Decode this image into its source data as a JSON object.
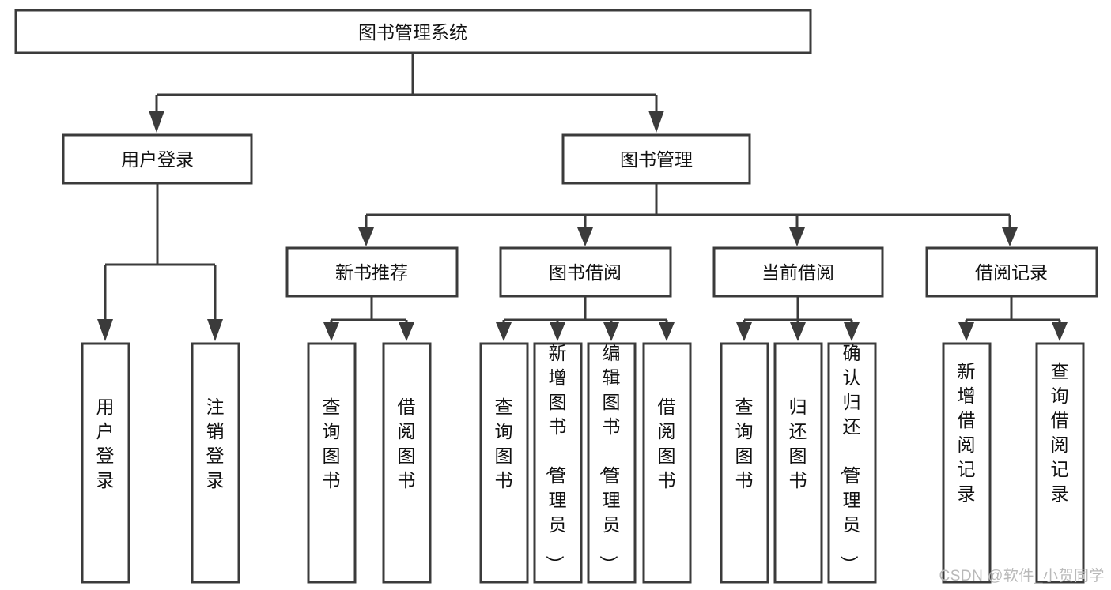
{
  "diagram": {
    "title": "图书管理系统",
    "type": "tree-hierarchy-diagram",
    "colors": {
      "box_stroke": "#3b3b3b",
      "box_fill": "#ffffff",
      "connector": "#3b3b3b",
      "text": "#111111",
      "watermark": "#b9b9b9",
      "background": "#ffffff"
    },
    "root": {
      "label": "图书管理系统"
    },
    "level2": [
      {
        "label": "用户登录"
      },
      {
        "label": "图书管理"
      }
    ],
    "level3": [
      {
        "label": "新书推荐"
      },
      {
        "label": "图书借阅"
      },
      {
        "label": "当前借阅"
      },
      {
        "label": "借阅记录"
      }
    ],
    "leaves": {
      "user_login": [
        {
          "label": "用户登录"
        },
        {
          "label": "注销登录"
        }
      ],
      "new_book_recommend": [
        {
          "label": "查询图书"
        },
        {
          "label": "借阅图书"
        }
      ],
      "book_borrow": [
        {
          "label": "查询图书"
        },
        {
          "label": "新增图书（管理员）"
        },
        {
          "label": "编辑图书（管理员）"
        },
        {
          "label": "借阅图书"
        }
      ],
      "current_borrow": [
        {
          "label": "查询图书"
        },
        {
          "label": "归还图书"
        },
        {
          "label": "确认归还（管理员）"
        }
      ],
      "borrow_record": [
        {
          "label": "新增借阅记录"
        },
        {
          "label": "查询借阅记录"
        }
      ]
    }
  },
  "watermark": {
    "text": "CSDN @软件_小贺同学"
  }
}
